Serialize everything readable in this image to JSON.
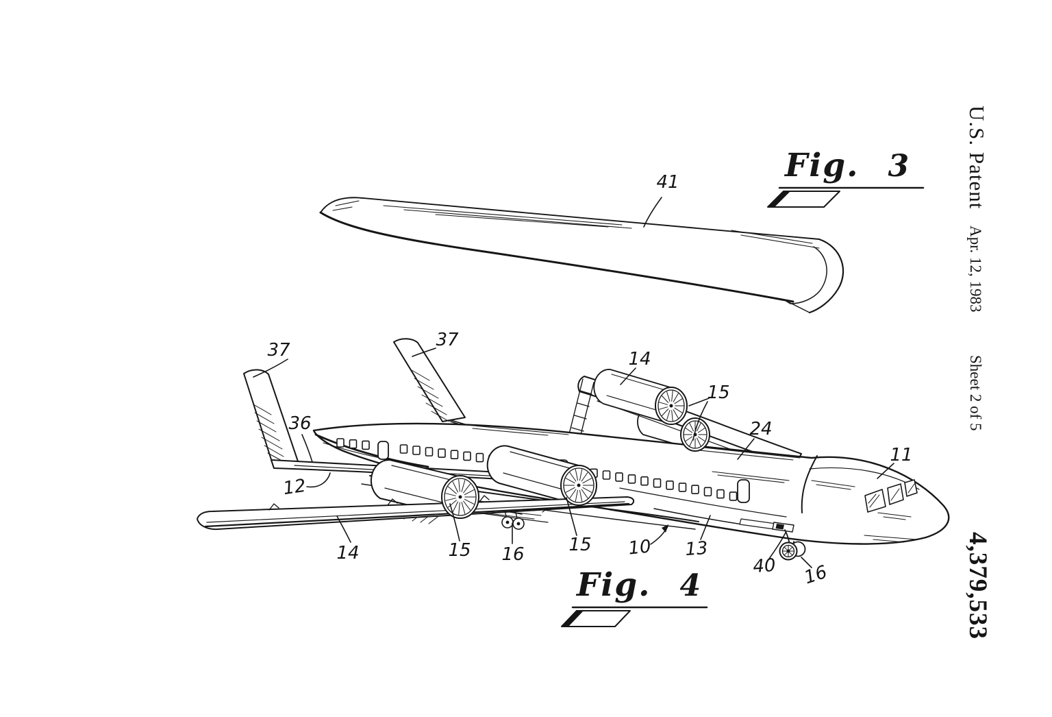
{
  "header": {
    "title": "U.S. Patent",
    "date": "Apr. 12, 1983",
    "sheet": "Sheet 2 of 5",
    "patent_number": "4,379,533"
  },
  "fig3": {
    "label": "Fig.",
    "number": "3",
    "callouts": {
      "c41": "41"
    }
  },
  "fig4": {
    "label": "Fig.",
    "number": "4",
    "callouts": {
      "c37_left": "37",
      "c37_right": "37",
      "c36": "36",
      "c12": "12",
      "c14_near": "14",
      "c15_fwd": "15",
      "c16_main": "16",
      "c15_aft": "15",
      "c10": "10",
      "c13": "13",
      "c40": "40",
      "c16_nose": "16",
      "c24": "24",
      "c11": "11",
      "c14_far": "14",
      "c15_far": "15"
    }
  }
}
